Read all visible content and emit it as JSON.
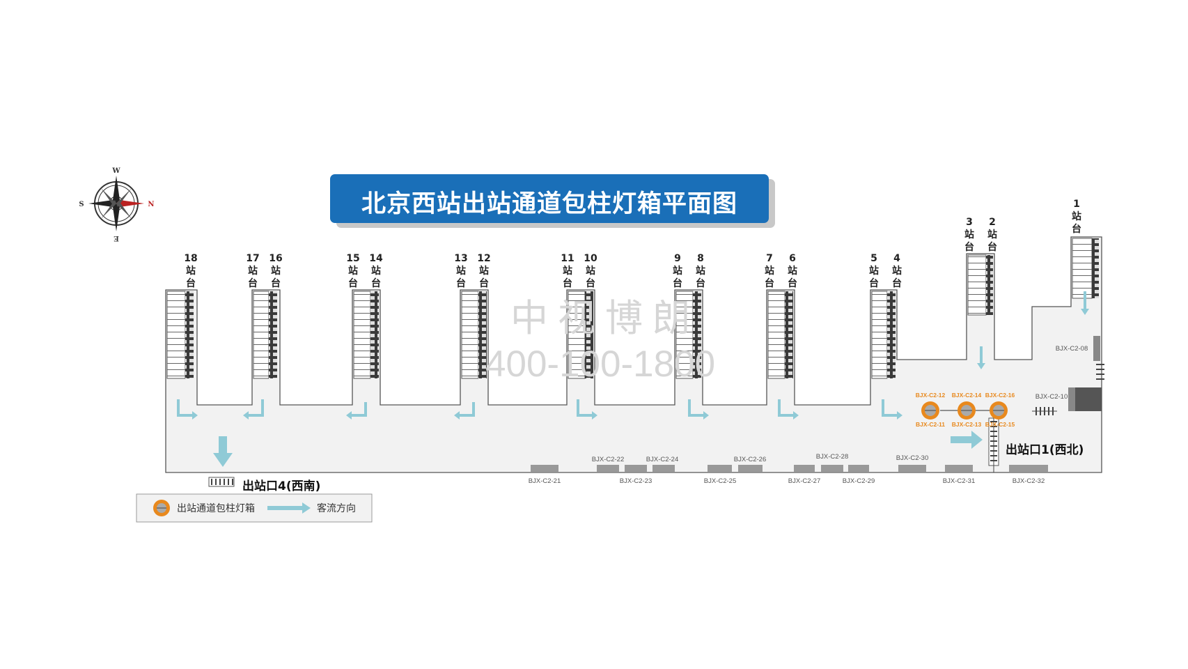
{
  "title": "北京西站出站通道包柱灯箱平面图",
  "compass": {
    "w": "W",
    "s": "S",
    "n": "N",
    "e": "E"
  },
  "platforms": [
    [
      "18",
      "站",
      "台"
    ],
    [
      "17",
      "站",
      "台"
    ],
    [
      "16",
      "站",
      "台"
    ],
    [
      "15",
      "站",
      "台"
    ],
    [
      "14",
      "站",
      "台"
    ],
    [
      "13",
      "站",
      "台"
    ],
    [
      "12",
      "站",
      "台"
    ],
    [
      "11",
      "站",
      "台"
    ],
    [
      "10",
      "站",
      "台"
    ],
    [
      "9",
      "站",
      "台"
    ],
    [
      "8",
      "站",
      "台"
    ],
    [
      "7",
      "站",
      "台"
    ],
    [
      "6",
      "站",
      "台"
    ],
    [
      "5",
      "站",
      "台"
    ],
    [
      "4",
      "站",
      "台"
    ],
    [
      "3",
      "站",
      "台"
    ],
    [
      "2",
      "站",
      "台"
    ],
    [
      "1",
      "站",
      "台"
    ]
  ],
  "exits": {
    "exit4": "出站口4(西南)",
    "exit1": "出站口1(西北)"
  },
  "codes_bottom": [
    "BJX-C2-21",
    "BJX-C2-22",
    "BJX-C2-23",
    "BJX-C2-24",
    "BJX-C2-25",
    "BJX-C2-26",
    "BJX-C2-27",
    "BJX-C2-28",
    "BJX-C2-29",
    "BJX-C2-30",
    "BJX-C2-31",
    "BJX-C2-32"
  ],
  "codes_right": [
    "BJX-C2-08",
    "BJX-C2-10"
  ],
  "codes_columns": [
    "BJX-C2-12",
    "BJX-C2-14",
    "BJX-C2-16",
    "BJX-C2-11",
    "BJX-C2-13",
    "BJX-C2-15"
  ],
  "watermark": {
    "line1": "中视博朗",
    "line2": "400-100-1800"
  },
  "legend": {
    "lightbox": "出站通道包柱灯箱",
    "flow": "客流方向"
  },
  "colors": {
    "title_bg": "#1a6fb8",
    "arrow": "#8fcad6",
    "column_lightbox": "#e8891e",
    "floor": "#f2f2f2"
  }
}
